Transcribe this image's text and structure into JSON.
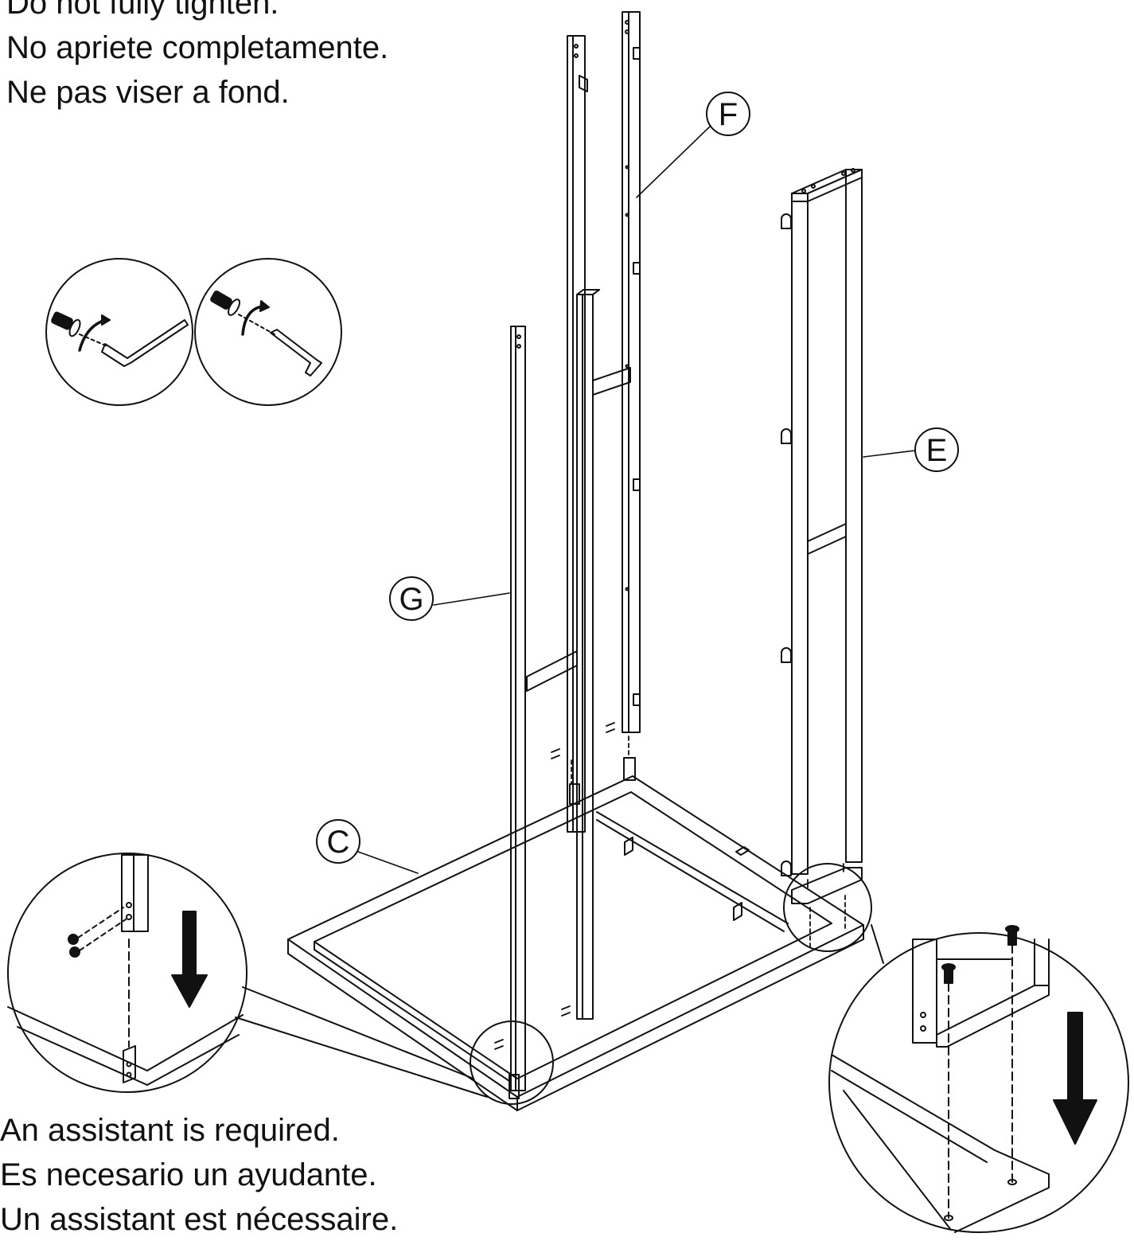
{
  "top_note": {
    "lines": [
      "Do not fully tighten.",
      "No apriete completamente.",
      "Ne pas viser a fond."
    ]
  },
  "bottom_note": {
    "lines": [
      "An assistant is required.",
      "Es necesario un ayudante.",
      "Un assistant est nécessaire."
    ]
  },
  "callouts": {
    "f": "F",
    "e": "E",
    "g": "G",
    "c": "C"
  },
  "colors": {
    "line": "#111111",
    "background": "#ffffff"
  },
  "icons": [
    "allen-key-icon",
    "bolt-icon",
    "rotate-arrow-icon",
    "down-arrow-icon"
  ]
}
